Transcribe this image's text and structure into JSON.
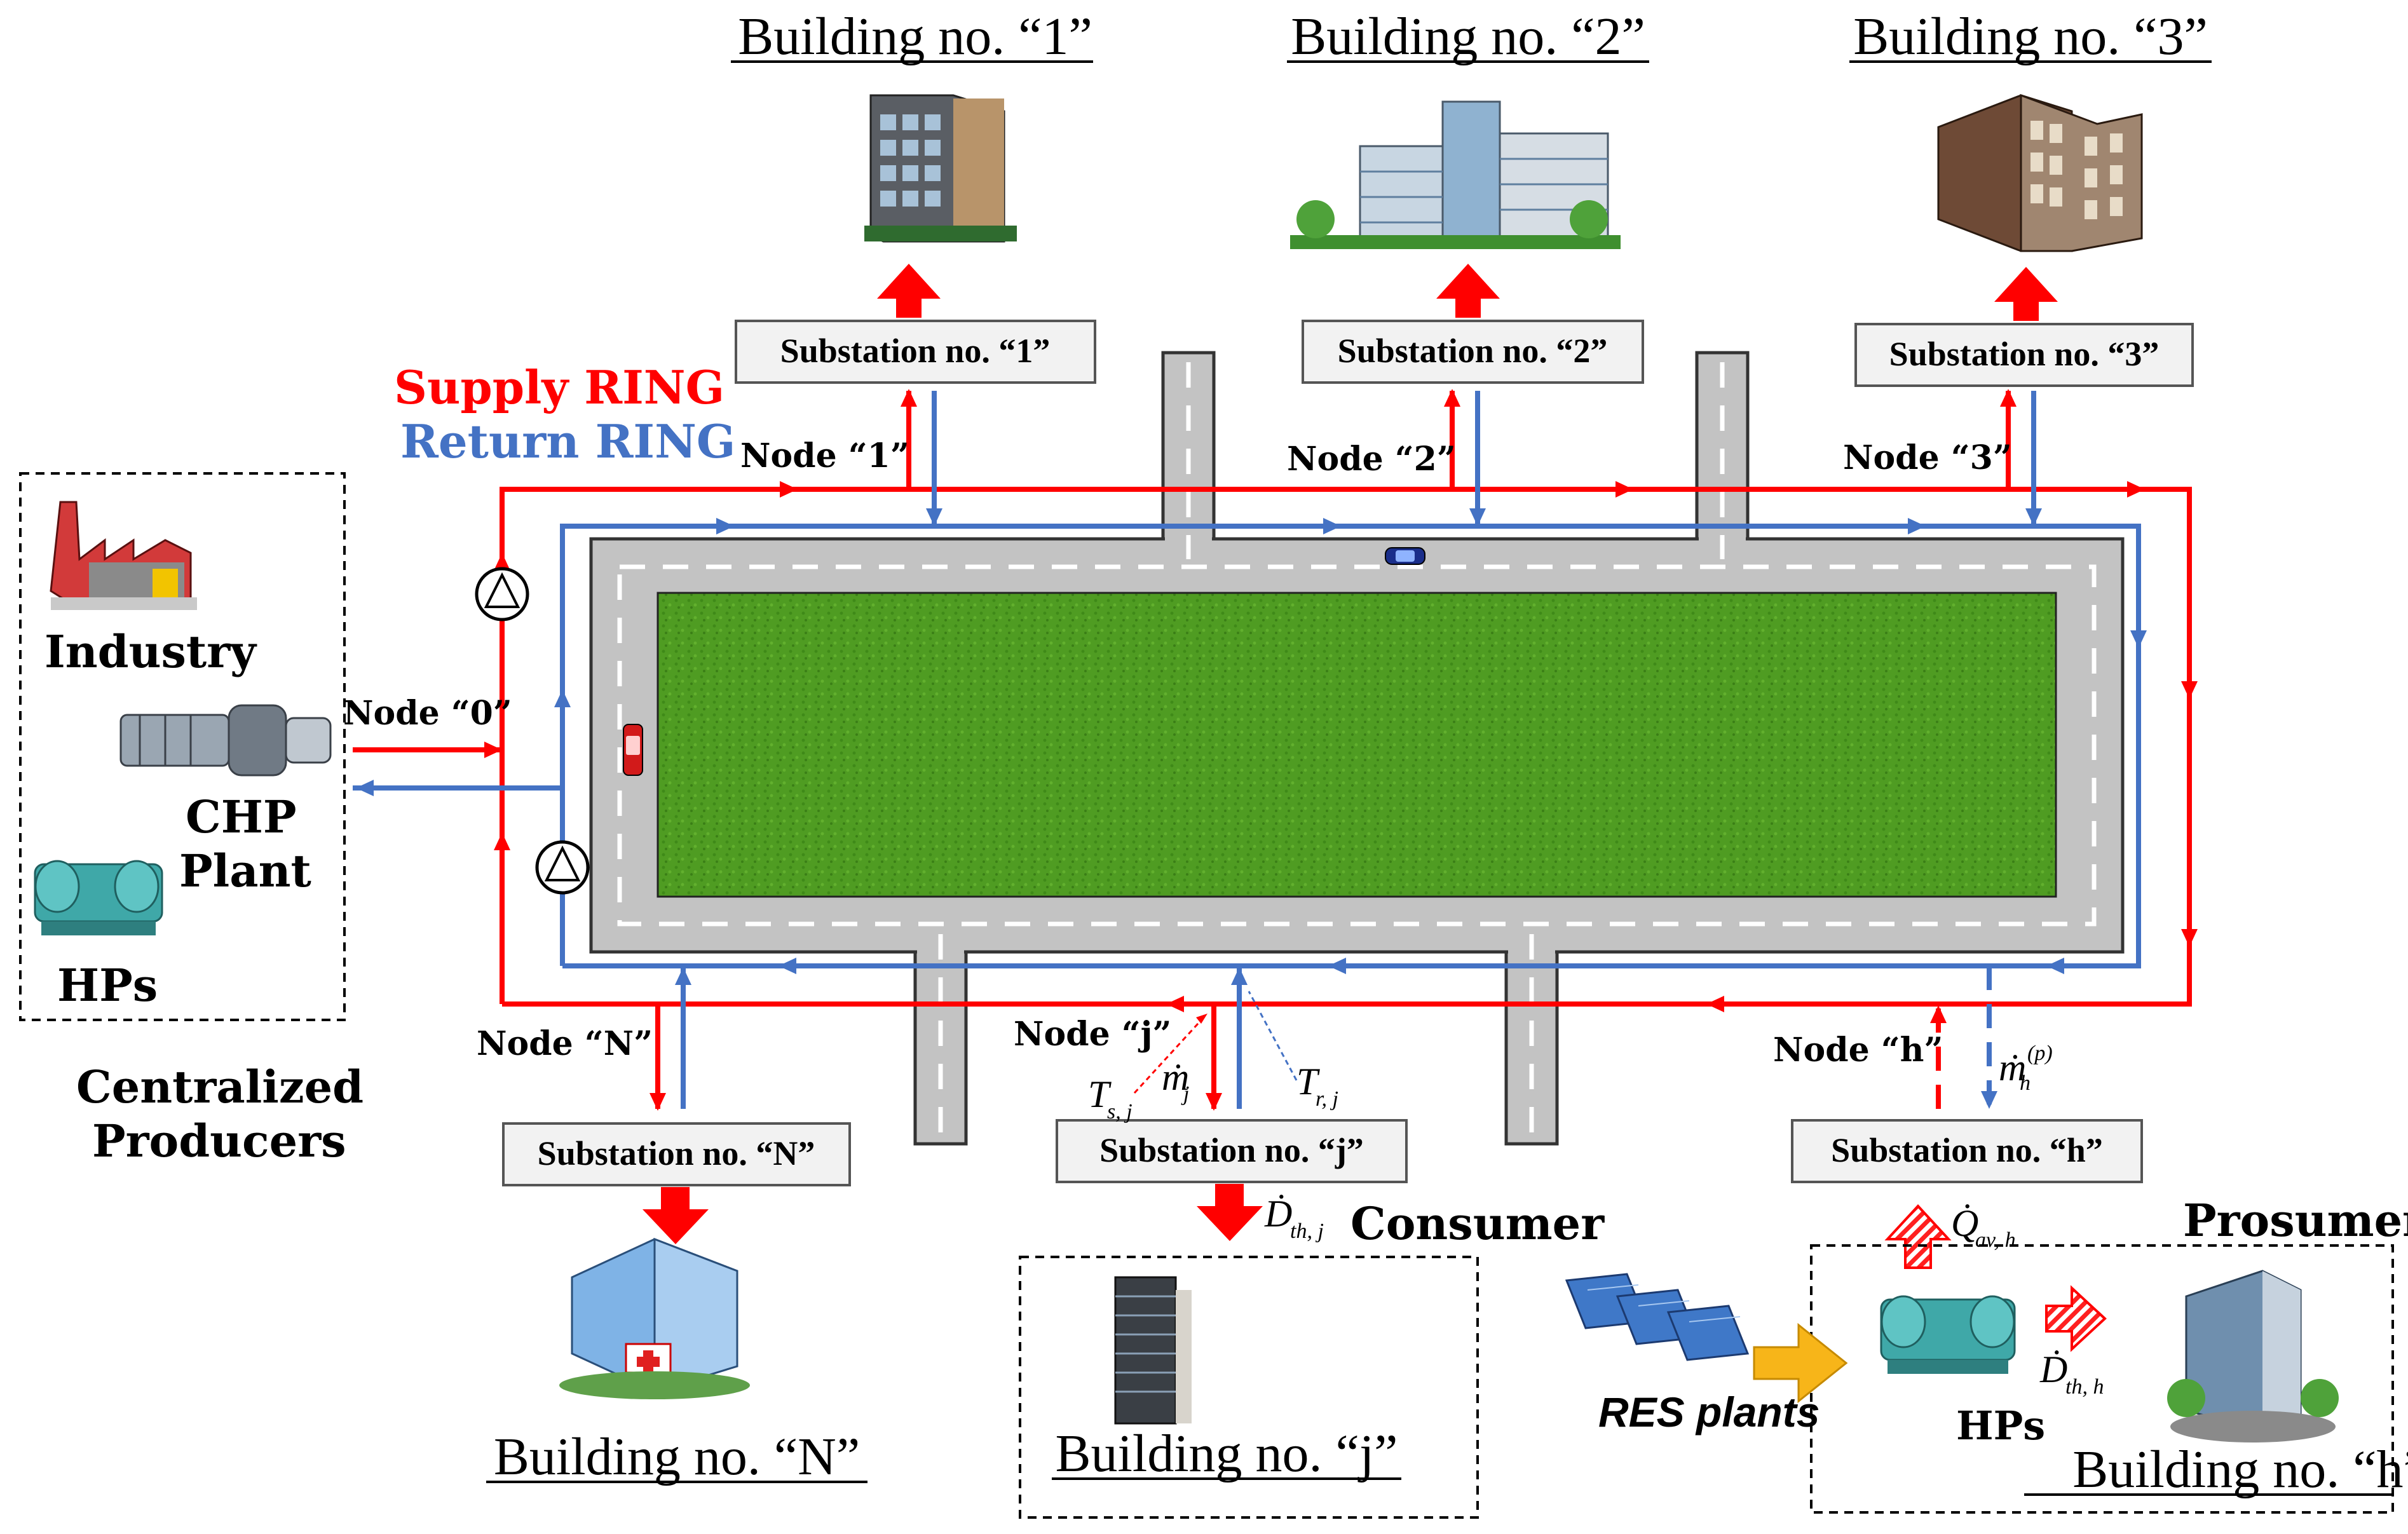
{
  "legend": {
    "supply": "Supply RING",
    "return": "Return RING"
  },
  "colors": {
    "supply": "#ff0000",
    "return": "#4472c4",
    "road": "#c0c0c0",
    "grass": "#4a9a1f",
    "box_fill": "#f2f2f2"
  },
  "producers": {
    "industry": "Industry",
    "chp_line1": "CHP",
    "chp_line2": "Plant",
    "hps": "HPs",
    "caption_line1": "Centralized",
    "caption_line2": "Producers"
  },
  "nodes": {
    "n0": "Node “0”",
    "n1": "Node “1”",
    "n2": "Node “2”",
    "n3": "Node “3”",
    "nN": "Node “N”",
    "nj": "Node “j”",
    "nh": "Node “h”"
  },
  "substations": {
    "s1": "Substation no. “1”",
    "s2": "Substation no. “2”",
    "s3": "Substation no. “3”",
    "sN": "Substation no. “N”",
    "sj": "Substation no. “j”",
    "sh": "Substation no. “h”"
  },
  "buildings": {
    "b1": "Building no. “1”",
    "b2": "Building no. “2”",
    "b3": "Building no. “3”",
    "bN": "Building no. “N”",
    "bj": "Building no. “j”",
    "bh": "Building no. “h”"
  },
  "roles": {
    "consumer": "Consumer",
    "prosumer": "Prosumer",
    "res_plants": "RES plants",
    "hps": "HPs"
  },
  "math": {
    "m_j": "ṁ",
    "m_j_sub": "j",
    "T_s": "T",
    "T_s_sub": "s, j",
    "T_r": "T",
    "T_r_sub": "r, j",
    "D_j": "Ḋ",
    "D_j_sub": "th, j",
    "m_h": "ṁ",
    "m_h_sub": "h",
    "m_h_sup": "(p)",
    "Q_h": "Q̇",
    "Q_h_sub": "av, h",
    "D_h": "Ḋ",
    "D_h_sub": "th, h"
  },
  "icons": [
    "industry-icon",
    "chp-turbine-icon",
    "heat-pump-icon",
    "pump-icon",
    "hotel-building-icon",
    "office-building-icon",
    "apartment-building-icon",
    "hospital-building-icon",
    "tower-building-icon",
    "solar-panel-icon",
    "car-icon"
  ]
}
